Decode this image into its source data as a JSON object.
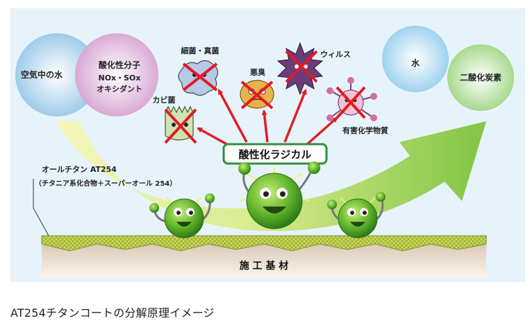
{
  "diagram": {
    "sources": {
      "air_water": "空気中の水",
      "oxidizing_line1": "酸化性分子",
      "oxidizing_line2": "NOx・SOx",
      "oxidizing_line3": "オキシダント"
    },
    "products": {
      "water": "水",
      "co2": "二酸化炭素"
    },
    "targets": {
      "bacteria": "細菌・真菌",
      "odor": "悪臭",
      "virus": "ウィルス",
      "mold": "カビ菌",
      "chemicals": "有害化学物質"
    },
    "radical_label": "酸性化ラジカル",
    "coating": {
      "name": "オールチタン AT254",
      "detail": "（チタニア系化合物＋スーパーオール 254）"
    },
    "substrate_label": "施 工 基 材",
    "colors": {
      "bg_blue": "#e6f3fb",
      "arrow_green": "#8cc83c",
      "arrow_yellow": "#f3f5a8",
      "radical_arrow": "#e21b23",
      "radical_border": "#2e8f3a",
      "cross": "#e21b23"
    }
  },
  "caption": "AT254チタンコートの分解原理イメージ"
}
